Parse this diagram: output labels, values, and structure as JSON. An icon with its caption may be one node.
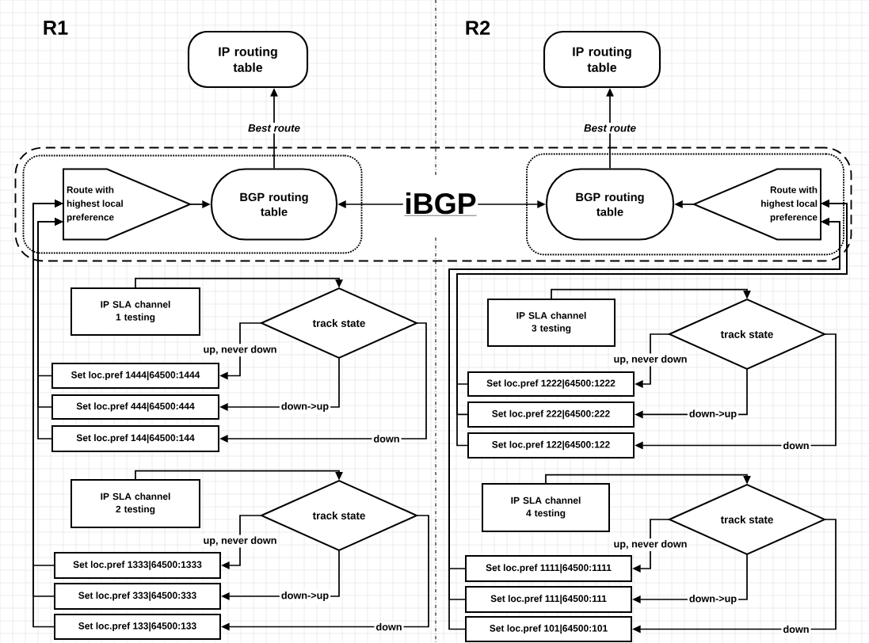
{
  "diagram": {
    "nodes": [
      {
        "text": [
          "IP routing table"
        ]
      },
      {
        "text": [
          "IP routing table"
        ]
      },
      {
        "text": [],
        "shape": "box"
      },
      {
        "text": [],
        "shape": "box",
        "in": 2
      },
      {
        "text": [
          "Route with highest local preference"
        ],
        "in": 3
      },
      {
        "text": [
          "BGP routing table"
        ],
        "in": 3
      },
      {
        "text": [
          "iBGP"
        ],
        "in": 2
      },
      {
        "text": [],
        "shape": "box",
        "in": 2
      },
      {
        "text": [
          "BGP routing table"
        ],
        "in": 7
      },
      {
        "text": [
          "Route with highest local preference"
        ],
        "in": 7
      },
      {
        "text": [
          "IP SLA channel 1 testing"
        ]
      },
      {
        "text": [
          "track state"
        ]
      },
      {
        "text": [
          "Set loc.pref 1444|64500:1444"
        ]
      },
      {
        "text": [
          "Set loc.pref 444|64500:444"
        ]
      },
      {
        "text": [
          "Set loc.pref 144|64500:144"
        ]
      },
      {
        "text": [
          "IP SLA channel 2 testing"
        ]
      },
      {
        "text": [
          "track state"
        ]
      },
      {
        "text": [
          "Set loc.pref 1333|64500:1333"
        ]
      },
      {
        "text": [
          "Set loc.pref 333|64500:333"
        ]
      },
      {
        "text": [
          "Set loc.pref 133|64500:133"
        ]
      },
      {
        "text": [
          "IP SLA channel 3 testing"
        ]
      },
      {
        "text": [
          "track state"
        ]
      },
      {
        "text": [
          "Set loc.pref 1222|64500:1222"
        ]
      },
      {
        "text": [
          "Set loc.pref 222|64500:222"
        ]
      },
      {
        "text": [
          "Set loc.pref 122|64500:122"
        ]
      },
      {
        "text": [
          "IP SLA channel 4 testing"
        ]
      },
      {
        "text": [
          "track state"
        ]
      },
      {
        "text": [
          "Set loc.pref 1111|64500:1111"
        ]
      },
      {
        "text": [
          "Set loc.pref 111|64500:111"
        ]
      },
      {
        "text": [
          "Set loc.pref 101|64500:101"
        ]
      }
    ],
    "edges": [
      {
        "from": 5,
        "to": 0,
        "arrow": "to",
        "label": "Best route"
      },
      {
        "from": 8,
        "to": 1,
        "arrow": "to",
        "label": "Best route"
      },
      {
        "from": 4,
        "to": 5,
        "arrow": "to"
      },
      {
        "from": 9,
        "to": 8,
        "arrow": "to"
      },
      {
        "from": 6,
        "to": 5,
        "arrow": "to"
      },
      {
        "from": 6,
        "to": 8,
        "arrow": "to"
      },
      {
        "from": 10,
        "to": 11,
        "arrow": "to"
      },
      {
        "from": 11,
        "to": 12,
        "arrow": "to",
        "label": "up, never down"
      },
      {
        "from": 11,
        "to": 13,
        "arrow": "to",
        "label": "down->up"
      },
      {
        "from": 11,
        "to": 14,
        "arrow": "to",
        "label": "down"
      },
      {
        "from": 15,
        "to": 16,
        "arrow": "to"
      },
      {
        "from": 16,
        "to": 17,
        "arrow": "to",
        "label": "up, never down"
      },
      {
        "from": 16,
        "to": 18,
        "arrow": "to",
        "label": "down->up"
      },
      {
        "from": 16,
        "to": 19,
        "arrow": "to",
        "label": "down"
      },
      {
        "from": 20,
        "to": 21,
        "arrow": "to"
      },
      {
        "from": 21,
        "to": 22,
        "arrow": "to",
        "label": "up, never down"
      },
      {
        "from": 21,
        "to": 23,
        "arrow": "to",
        "label": "down->up"
      },
      {
        "from": 21,
        "to": 24,
        "arrow": "to",
        "label": "down"
      },
      {
        "from": 25,
        "to": 26,
        "arrow": "to"
      },
      {
        "from": 26,
        "to": 27,
        "arrow": "to",
        "label": "up, never down"
      },
      {
        "from": 26,
        "to": 28,
        "arrow": "to",
        "label": "down->up"
      },
      {
        "from": 26,
        "to": 29,
        "arrow": "to",
        "label": "down"
      },
      {
        "from": 12,
        "to": 4,
        "arrow": "to"
      },
      {
        "from": 13,
        "to": 4,
        "arrow": "to"
      },
      {
        "from": 14,
        "to": 4,
        "arrow": "to"
      },
      {
        "from": 17,
        "to": 4,
        "arrow": "to"
      },
      {
        "from": 18,
        "to": 4,
        "arrow": "to"
      },
      {
        "from": 19,
        "to": 4,
        "arrow": "to"
      },
      {
        "from": 22,
        "to": 9,
        "arrow": "to"
      },
      {
        "from": 23,
        "to": 9,
        "arrow": "to"
      },
      {
        "from": 24,
        "to": 9,
        "arrow": "to"
      },
      {
        "from": 27,
        "to": 9,
        "arrow": "to"
      },
      {
        "from": 28,
        "to": 9,
        "arrow": "to"
      },
      {
        "from": 29,
        "to": 9,
        "arrow": "to"
      }
    ],
    "labels": [
      "R1",
      "R2"
    ]
  }
}
